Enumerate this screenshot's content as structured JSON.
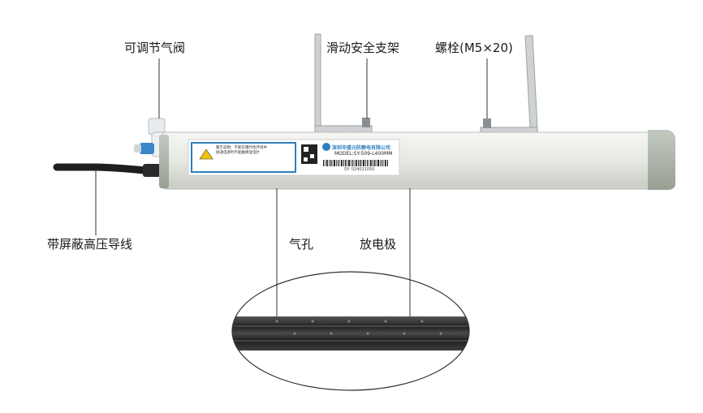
{
  "labels": {
    "valve": "可调节气阀",
    "bracket": "滑动安全支架",
    "bolt": "螺栓(M5×20)",
    "cable": "带屏蔽高压导线",
    "air_hole": "气孔",
    "electrode": "放电极"
  },
  "product_label": {
    "warning_lines": [
      "警告说明：不能在爆炸性环境中",
      "接通电源时不能触摸放电针"
    ],
    "company": "深圳市盛元防静电有限公司",
    "model": "MODEL:SY-509-L400MM",
    "serial": "SY: 024011050"
  },
  "colors": {
    "bar_body": "#e9ebe6",
    "end_cap": "#a9b1a6",
    "label_border": "#2e7fbf",
    "electrode_strip": "#3a3a3a",
    "cable": "#1e1e1e"
  }
}
